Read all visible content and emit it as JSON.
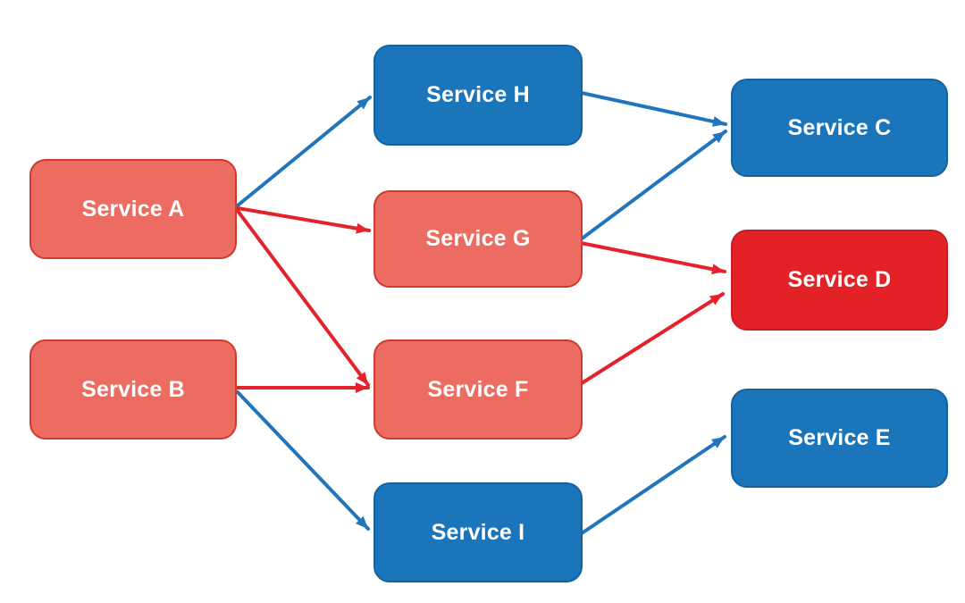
{
  "diagram": {
    "nodes": [
      {
        "id": "A",
        "label": "Service A",
        "variant": "salmon"
      },
      {
        "id": "B",
        "label": "Service B",
        "variant": "salmon"
      },
      {
        "id": "H",
        "label": "Service H",
        "variant": "blue"
      },
      {
        "id": "G",
        "label": "Service G",
        "variant": "salmon"
      },
      {
        "id": "F",
        "label": "Service F",
        "variant": "salmon"
      },
      {
        "id": "I",
        "label": "Service I",
        "variant": "blue"
      },
      {
        "id": "C",
        "label": "Service C",
        "variant": "blue"
      },
      {
        "id": "D",
        "label": "Service D",
        "variant": "red"
      },
      {
        "id": "E",
        "label": "Service E",
        "variant": "blue"
      }
    ],
    "edges": [
      {
        "from": "Service A",
        "to": "Service H",
        "color": "blue"
      },
      {
        "from": "Service A",
        "to": "Service G",
        "color": "red"
      },
      {
        "from": "Service A",
        "to": "Service F",
        "color": "red"
      },
      {
        "from": "Service B",
        "to": "Service F",
        "color": "red"
      },
      {
        "from": "Service B",
        "to": "Service I",
        "color": "blue"
      },
      {
        "from": "Service H",
        "to": "Service C",
        "color": "blue"
      },
      {
        "from": "Service G",
        "to": "Service C",
        "color": "blue"
      },
      {
        "from": "Service G",
        "to": "Service D",
        "color": "red"
      },
      {
        "from": "Service F",
        "to": "Service D",
        "color": "red"
      },
      {
        "from": "Service I",
        "to": "Service E",
        "color": "blue"
      }
    ],
    "colors": {
      "background": "#FFFFFF",
      "salmon_fill": "#ED6C61",
      "salmon_border": "#CE3A30",
      "blue_fill": "#1B75BB",
      "blue_border": "#16619E",
      "red_fill": "#E32227",
      "red_border": "#C41E24",
      "arrow_blue": "#2175BC",
      "arrow_red": "#E4222C",
      "text": "#FFFFFF"
    }
  }
}
